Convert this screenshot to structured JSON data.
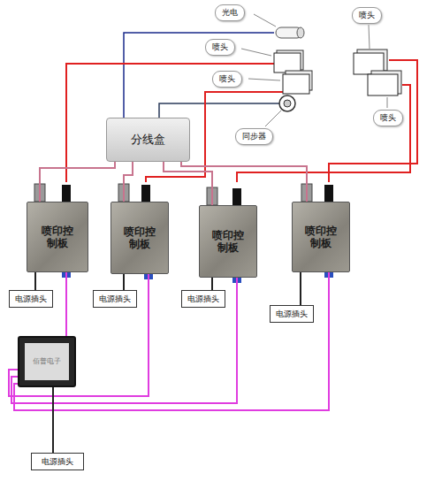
{
  "diagram": {
    "nodes": [
      {
        "text": [
          "光电"
        ]
      },
      {
        "text": [
          "喷头"
        ]
      },
      {
        "text": [
          "喷头"
        ]
      },
      {
        "text": [
          "喷头"
        ]
      },
      {
        "text": [
          "喷头"
        ]
      },
      {
        "text": [
          "同步器"
        ]
      },
      {
        "text": [
          "分线盒"
        ]
      },
      {
        "text": [
          "喷印控制板"
        ]
      },
      {
        "text": [
          "喷印控制板"
        ]
      },
      {
        "text": [
          "喷印控制板"
        ]
      },
      {
        "text": [
          "喷印控制板"
        ]
      },
      {
        "text": [
          "电源插头"
        ]
      },
      {
        "text": [
          "电源插头"
        ]
      },
      {
        "text": [
          "电源插头"
        ]
      },
      {
        "text": [
          "电源插头"
        ]
      },
      {
        "text": [
          "佰普电子"
        ]
      },
      {
        "text": [
          "电源插头"
        ]
      }
    ],
    "edges": [
      {
        "from": 6,
        "to": 7,
        "arrow": "none"
      },
      {
        "from": 6,
        "to": 8,
        "arrow": "none"
      },
      {
        "from": 6,
        "to": 9,
        "arrow": "none"
      },
      {
        "from": 6,
        "to": 10,
        "arrow": "none"
      },
      {
        "from": 7,
        "to": 11,
        "arrow": "none"
      },
      {
        "from": 8,
        "to": 12,
        "arrow": "none"
      },
      {
        "from": 9,
        "to": 13,
        "arrow": "none"
      },
      {
        "from": 10,
        "to": 14,
        "arrow": "none"
      },
      {
        "from": 15,
        "to": 7,
        "arrow": "none"
      },
      {
        "from": 15,
        "to": 8,
        "arrow": "none"
      },
      {
        "from": 15,
        "to": 9,
        "arrow": "none"
      },
      {
        "from": 15,
        "to": 10,
        "arrow": "none"
      },
      {
        "from": 15,
        "to": 16,
        "arrow": "none"
      }
    ]
  }
}
